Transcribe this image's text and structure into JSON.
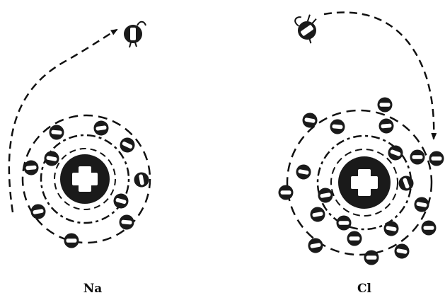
{
  "atoms": [
    {
      "id": "na",
      "label": "Na",
      "inner_electrons": 8,
      "outer_electrons": 1
    },
    {
      "id": "cl",
      "label": "Cl",
      "inner_electrons": 8,
      "outer_electrons": 7
    }
  ],
  "colors": {
    "ink": "#111111",
    "nucleus_fill": "#1a1a1a",
    "plus_sign": "#ffffff",
    "electron_fill": "#1a1a1a",
    "electron_bar": "#ffffff"
  },
  "icons": {
    "nucleus": "plus-in-circle",
    "electron": "minus-in-circle"
  }
}
